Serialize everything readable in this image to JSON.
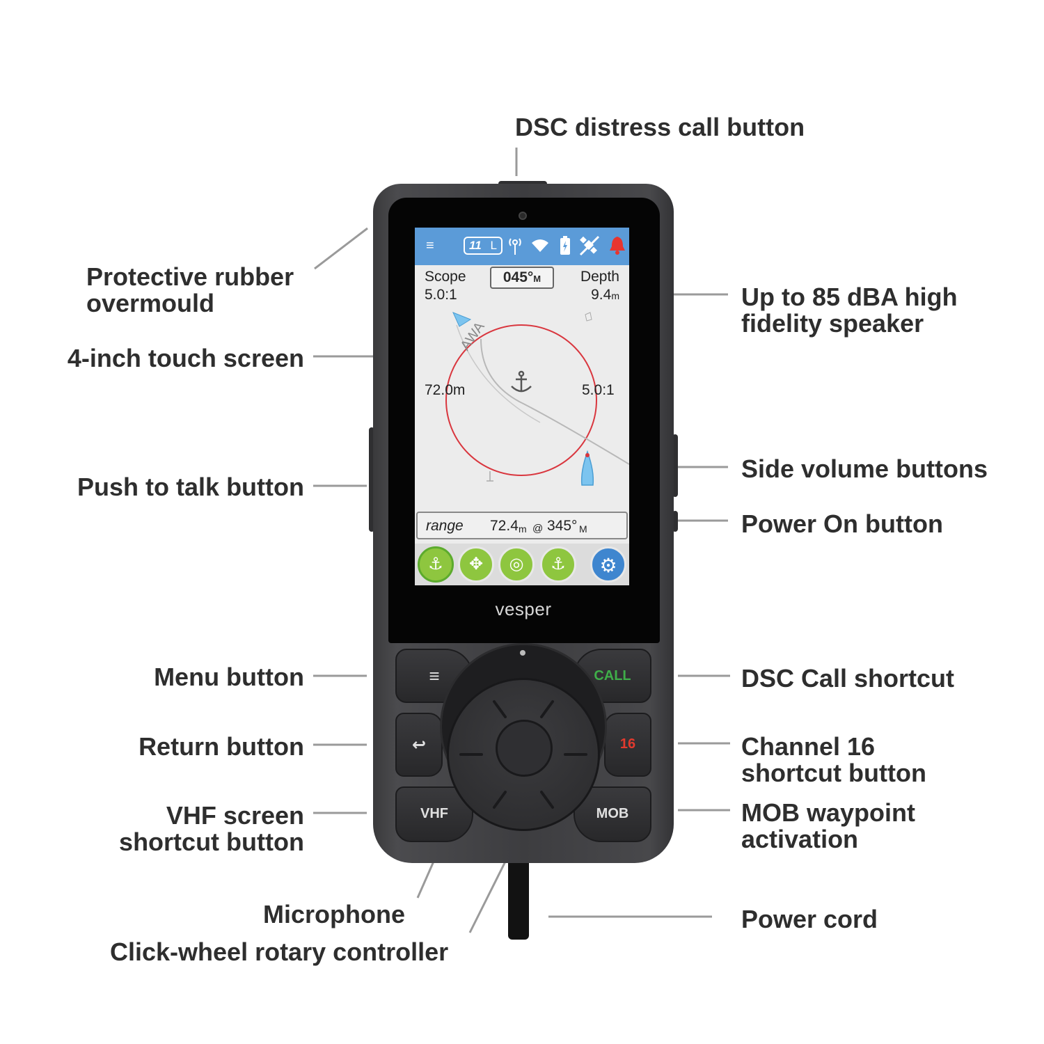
{
  "callouts": {
    "dsc_distress": "DSC distress call button",
    "overmould_1": "Protective rubber",
    "overmould_2": "overmould",
    "touch_screen": "4-inch touch screen",
    "push_to_talk": "Push to talk button",
    "speaker_1": "Up to 85 dBA high",
    "speaker_2": "fidelity speaker",
    "side_volume": "Side volume buttons",
    "power_on": "Power On button",
    "menu_button": "Menu button",
    "return_button": "Return button",
    "vhf_1": "VHF screen",
    "vhf_2": "shortcut button",
    "dsc_call": "DSC Call shortcut",
    "ch16_1": "Channel 16",
    "ch16_2": "shortcut button",
    "mob_1": "MOB waypoint",
    "mob_2": "activation",
    "microphone": "Microphone",
    "click_wheel": "Click-wheel rotary controller",
    "power_cord": "Power cord"
  },
  "device": {
    "brand": "vesper",
    "keys": {
      "call": "CALL",
      "ch16": "16",
      "vhf": "VHF",
      "mob": "MOB",
      "menu_icon": "menu-icon",
      "return_icon": "return-icon"
    },
    "colors": {
      "call_text": "#3fae49",
      "ch16_text": "#e23a2e",
      "status_bar": "#5b9bd8",
      "circle": "#d9363e",
      "green_button": "#8ec63f",
      "settings_button": "#3f86cf"
    }
  },
  "screen": {
    "status_bar": {
      "channel": "11",
      "channel_power": "L",
      "icons": [
        "menu-icon",
        "antenna-icon",
        "wifi-icon",
        "battery-icon",
        "gps-off-icon",
        "alarm-bell-icon"
      ]
    },
    "scope_label": "Scope",
    "scope_value": "5.0:1",
    "heading": "045°",
    "heading_unit": "M",
    "depth_label": "Depth",
    "depth_value": "9.4",
    "depth_unit": "m",
    "awa_label": "AWA",
    "radius_label": "72.0m",
    "ratio_label": "5.0:1",
    "range_label": "range",
    "range_value": "72.4",
    "range_unit": "m",
    "range_at": "@",
    "range_bearing": "345°",
    "range_bearing_unit": "M",
    "buttons": [
      "anchor-watch-icon",
      "drift-icon",
      "radar-icon",
      "swing-icon",
      "settings-icon"
    ]
  }
}
